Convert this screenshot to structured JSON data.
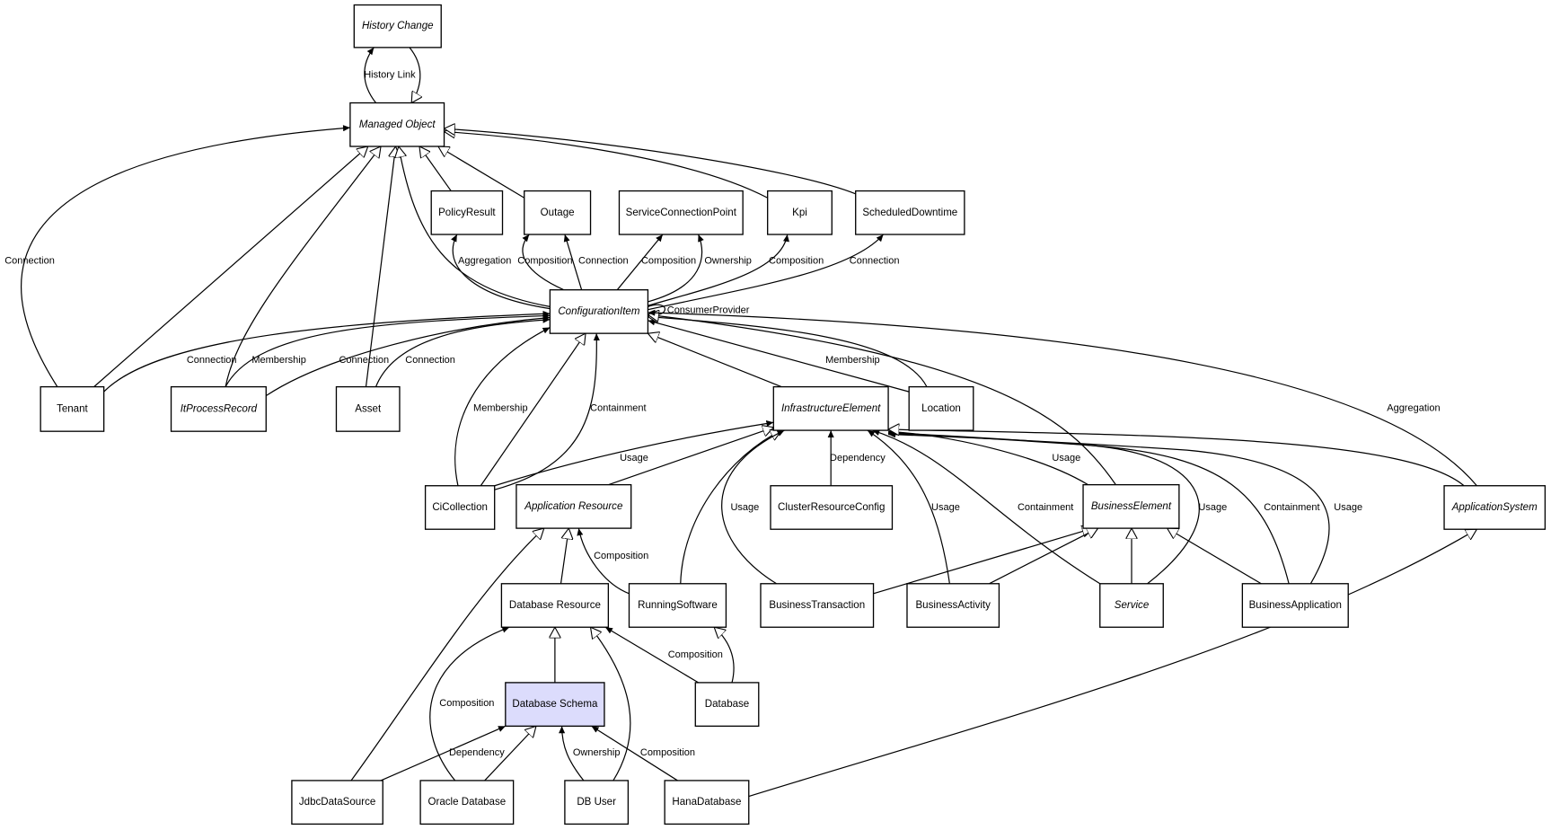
{
  "diagram": {
    "highlight_color": "#dcdcfc",
    "nodes": [
      {
        "id": "HistoryChange",
        "label": "History Change",
        "abstract": true
      },
      {
        "id": "ManagedObject",
        "label": "Managed Object",
        "abstract": true
      },
      {
        "id": "PolicyResult",
        "label": "PolicyResult",
        "abstract": false
      },
      {
        "id": "Outage",
        "label": "Outage",
        "abstract": false
      },
      {
        "id": "ServiceConnectionPoint",
        "label": "ServiceConnectionPoint",
        "abstract": false
      },
      {
        "id": "Kpi",
        "label": "Kpi",
        "abstract": false
      },
      {
        "id": "ScheduledDowntime",
        "label": "ScheduledDowntime",
        "abstract": false
      },
      {
        "id": "ConfigurationItem",
        "label": "ConfigurationItem",
        "abstract": true
      },
      {
        "id": "Tenant",
        "label": "Tenant",
        "abstract": false
      },
      {
        "id": "ItProcessRecord",
        "label": "ItProcessRecord",
        "abstract": true
      },
      {
        "id": "Asset",
        "label": "Asset",
        "abstract": false
      },
      {
        "id": "InfrastructureElement",
        "label": "InfrastructureElement",
        "abstract": true
      },
      {
        "id": "Location",
        "label": "Location",
        "abstract": false
      },
      {
        "id": "CiCollection",
        "label": "CiCollection",
        "abstract": false
      },
      {
        "id": "ApplicationResource",
        "label": "Application Resource",
        "abstract": true
      },
      {
        "id": "ClusterResourceConfig",
        "label": "ClusterResourceConfig",
        "abstract": false
      },
      {
        "id": "BusinessElement",
        "label": "BusinessElement",
        "abstract": true
      },
      {
        "id": "ApplicationSystem",
        "label": "ApplicationSystem",
        "abstract": true
      },
      {
        "id": "DatabaseResource",
        "label": "Database Resource",
        "abstract": false
      },
      {
        "id": "RunningSoftware",
        "label": "RunningSoftware",
        "abstract": false
      },
      {
        "id": "BusinessTransaction",
        "label": "BusinessTransaction",
        "abstract": false
      },
      {
        "id": "BusinessActivity",
        "label": "BusinessActivity",
        "abstract": false
      },
      {
        "id": "Service",
        "label": "Service",
        "abstract": true
      },
      {
        "id": "BusinessApplication",
        "label": "BusinessApplication",
        "abstract": false
      },
      {
        "id": "DatabaseSchema",
        "label": "Database Schema",
        "abstract": false,
        "highlighted": true
      },
      {
        "id": "Database",
        "label": "Database",
        "abstract": false
      },
      {
        "id": "JdbcDataSource",
        "label": "JdbcDataSource",
        "abstract": false
      },
      {
        "id": "OracleDatabase",
        "label": "Oracle Database",
        "abstract": false
      },
      {
        "id": "DBUser",
        "label": "DB User",
        "abstract": false
      },
      {
        "id": "HanaDatabase",
        "label": "HanaDatabase",
        "abstract": false
      }
    ],
    "edges": [
      {
        "from": "ManagedObject",
        "to": "HistoryChange",
        "kind": "association",
        "label": "History Link"
      },
      {
        "from": "HistoryChange",
        "to": "ManagedObject",
        "kind": "generalization",
        "label": ""
      },
      {
        "from": "Tenant",
        "to": "ManagedObject",
        "kind": "association",
        "label": "Connection"
      },
      {
        "from": "Tenant",
        "to": "ManagedObject",
        "kind": "generalization",
        "label": ""
      },
      {
        "from": "ItProcessRecord",
        "to": "ManagedObject",
        "kind": "generalization",
        "label": ""
      },
      {
        "from": "Asset",
        "to": "ManagedObject",
        "kind": "generalization",
        "label": ""
      },
      {
        "from": "ConfigurationItem",
        "to": "ManagedObject",
        "kind": "generalization",
        "label": ""
      },
      {
        "from": "PolicyResult",
        "to": "ManagedObject",
        "kind": "generalization",
        "label": ""
      },
      {
        "from": "Outage",
        "to": "ManagedObject",
        "kind": "generalization",
        "label": ""
      },
      {
        "from": "Kpi",
        "to": "ManagedObject",
        "kind": "generalization",
        "label": ""
      },
      {
        "from": "ScheduledDowntime",
        "to": "ManagedObject",
        "kind": "generalization",
        "label": ""
      },
      {
        "from": "ConfigurationItem",
        "to": "PolicyResult",
        "kind": "association",
        "label": "Aggregation"
      },
      {
        "from": "ConfigurationItem",
        "to": "Outage",
        "kind": "association",
        "label": "Composition"
      },
      {
        "from": "ConfigurationItem",
        "to": "Outage",
        "kind": "association",
        "label": "Connection"
      },
      {
        "from": "ConfigurationItem",
        "to": "ServiceConnectionPoint",
        "kind": "association",
        "label": "Composition"
      },
      {
        "from": "ConfigurationItem",
        "to": "ServiceConnectionPoint",
        "kind": "association",
        "label": "Ownership"
      },
      {
        "from": "ConfigurationItem",
        "to": "Kpi",
        "kind": "association",
        "label": "Composition"
      },
      {
        "from": "ConfigurationItem",
        "to": "ScheduledDowntime",
        "kind": "association",
        "label": "Connection"
      },
      {
        "from": "ConfigurationItem",
        "to": "ConfigurationItem",
        "kind": "generalization",
        "label": "ConsumerProvider"
      },
      {
        "from": "Tenant",
        "to": "ConfigurationItem",
        "kind": "association",
        "label": "Connection"
      },
      {
        "from": "ItProcessRecord",
        "to": "ConfigurationItem",
        "kind": "association",
        "label": "Membership"
      },
      {
        "from": "ItProcessRecord",
        "to": "ConfigurationItem",
        "kind": "association",
        "label": "Connection"
      },
      {
        "from": "Asset",
        "to": "ConfigurationItem",
        "kind": "association",
        "label": "Connection"
      },
      {
        "from": "CiCollection",
        "to": "ConfigurationItem",
        "kind": "association",
        "label": "Membership"
      },
      {
        "from": "CiCollection",
        "to": "ConfigurationItem",
        "kind": "generalization",
        "label": ""
      },
      {
        "from": "CiCollection",
        "to": "ConfigurationItem",
        "kind": "association",
        "label": "Containment"
      },
      {
        "from": "InfrastructureElement",
        "to": "ConfigurationItem",
        "kind": "generalization",
        "label": ""
      },
      {
        "from": "Location",
        "to": "ConfigurationItem",
        "kind": "association",
        "label": "Membership"
      },
      {
        "from": "Location",
        "to": "ConfigurationItem",
        "kind": "generalization",
        "label": ""
      },
      {
        "from": "BusinessElement",
        "to": "ConfigurationItem",
        "kind": "generalization",
        "label": ""
      },
      {
        "from": "ApplicationSystem",
        "to": "ConfigurationItem",
        "kind": "association",
        "label": "Aggregation"
      },
      {
        "from": "CiCollection",
        "to": "InfrastructureElement",
        "kind": "association",
        "label": "Usage"
      },
      {
        "from": "ApplicationResource",
        "to": "InfrastructureElement",
        "kind": "generalization",
        "label": ""
      },
      {
        "from": "RunningSoftware",
        "to": "InfrastructureElement",
        "kind": "generalization",
        "label": ""
      },
      {
        "from": "BusinessTransaction",
        "to": "InfrastructureElement",
        "kind": "association",
        "label": "Usage"
      },
      {
        "from": "ClusterResourceConfig",
        "to": "InfrastructureElement",
        "kind": "association",
        "label": "Dependency"
      },
      {
        "from": "BusinessActivity",
        "to": "InfrastructureElement",
        "kind": "association",
        "label": "Usage"
      },
      {
        "from": "Service",
        "to": "InfrastructureElement",
        "kind": "association",
        "label": "Containment"
      },
      {
        "from": "BusinessElement",
        "to": "InfrastructureElement",
        "kind": "association",
        "label": "Usage"
      },
      {
        "from": "Service",
        "to": "InfrastructureElement",
        "kind": "association",
        "label": "Usage"
      },
      {
        "from": "BusinessApplication",
        "to": "InfrastructureElement",
        "kind": "association",
        "label": "Containment"
      },
      {
        "from": "BusinessApplication",
        "to": "InfrastructureElement",
        "kind": "association",
        "label": "Usage"
      },
      {
        "from": "ApplicationSystem",
        "to": "InfrastructureElement",
        "kind": "generalization",
        "label": ""
      },
      {
        "from": "BusinessTransaction",
        "to": "BusinessElement",
        "kind": "generalization",
        "label": ""
      },
      {
        "from": "BusinessActivity",
        "to": "BusinessElement",
        "kind": "generalization",
        "label": ""
      },
      {
        "from": "Service",
        "to": "BusinessElement",
        "kind": "generalization",
        "label": ""
      },
      {
        "from": "BusinessApplication",
        "to": "BusinessElement",
        "kind": "generalization",
        "label": ""
      },
      {
        "from": "DatabaseResource",
        "to": "ApplicationResource",
        "kind": "generalization",
        "label": ""
      },
      {
        "from": "RunningSoftware",
        "to": "ApplicationResource",
        "kind": "association",
        "label": "Composition"
      },
      {
        "from": "JdbcDataSource",
        "to": "ApplicationResource",
        "kind": "generalization",
        "label": ""
      },
      {
        "from": "DatabaseSchema",
        "to": "DatabaseResource",
        "kind": "generalization",
        "label": ""
      },
      {
        "from": "Database",
        "to": "DatabaseResource",
        "kind": "association",
        "label": "Composition"
      },
      {
        "from": "Database",
        "to": "RunningSoftware",
        "kind": "generalization",
        "label": ""
      },
      {
        "from": "OracleDatabase",
        "to": "DatabaseResource",
        "kind": "association",
        "label": "Composition"
      },
      {
        "from": "DBUser",
        "to": "DatabaseResource",
        "kind": "generalization",
        "label": ""
      },
      {
        "from": "JdbcDataSource",
        "to": "DatabaseSchema",
        "kind": "association",
        "label": "Dependency"
      },
      {
        "from": "OracleDatabase",
        "to": "DatabaseSchema",
        "kind": "generalization",
        "label": ""
      },
      {
        "from": "DBUser",
        "to": "DatabaseSchema",
        "kind": "association",
        "label": "Ownership"
      },
      {
        "from": "HanaDatabase",
        "to": "DatabaseSchema",
        "kind": "association",
        "label": "Composition"
      },
      {
        "from": "HanaDatabase",
        "to": "ApplicationSystem",
        "kind": "generalization",
        "label": ""
      }
    ]
  }
}
